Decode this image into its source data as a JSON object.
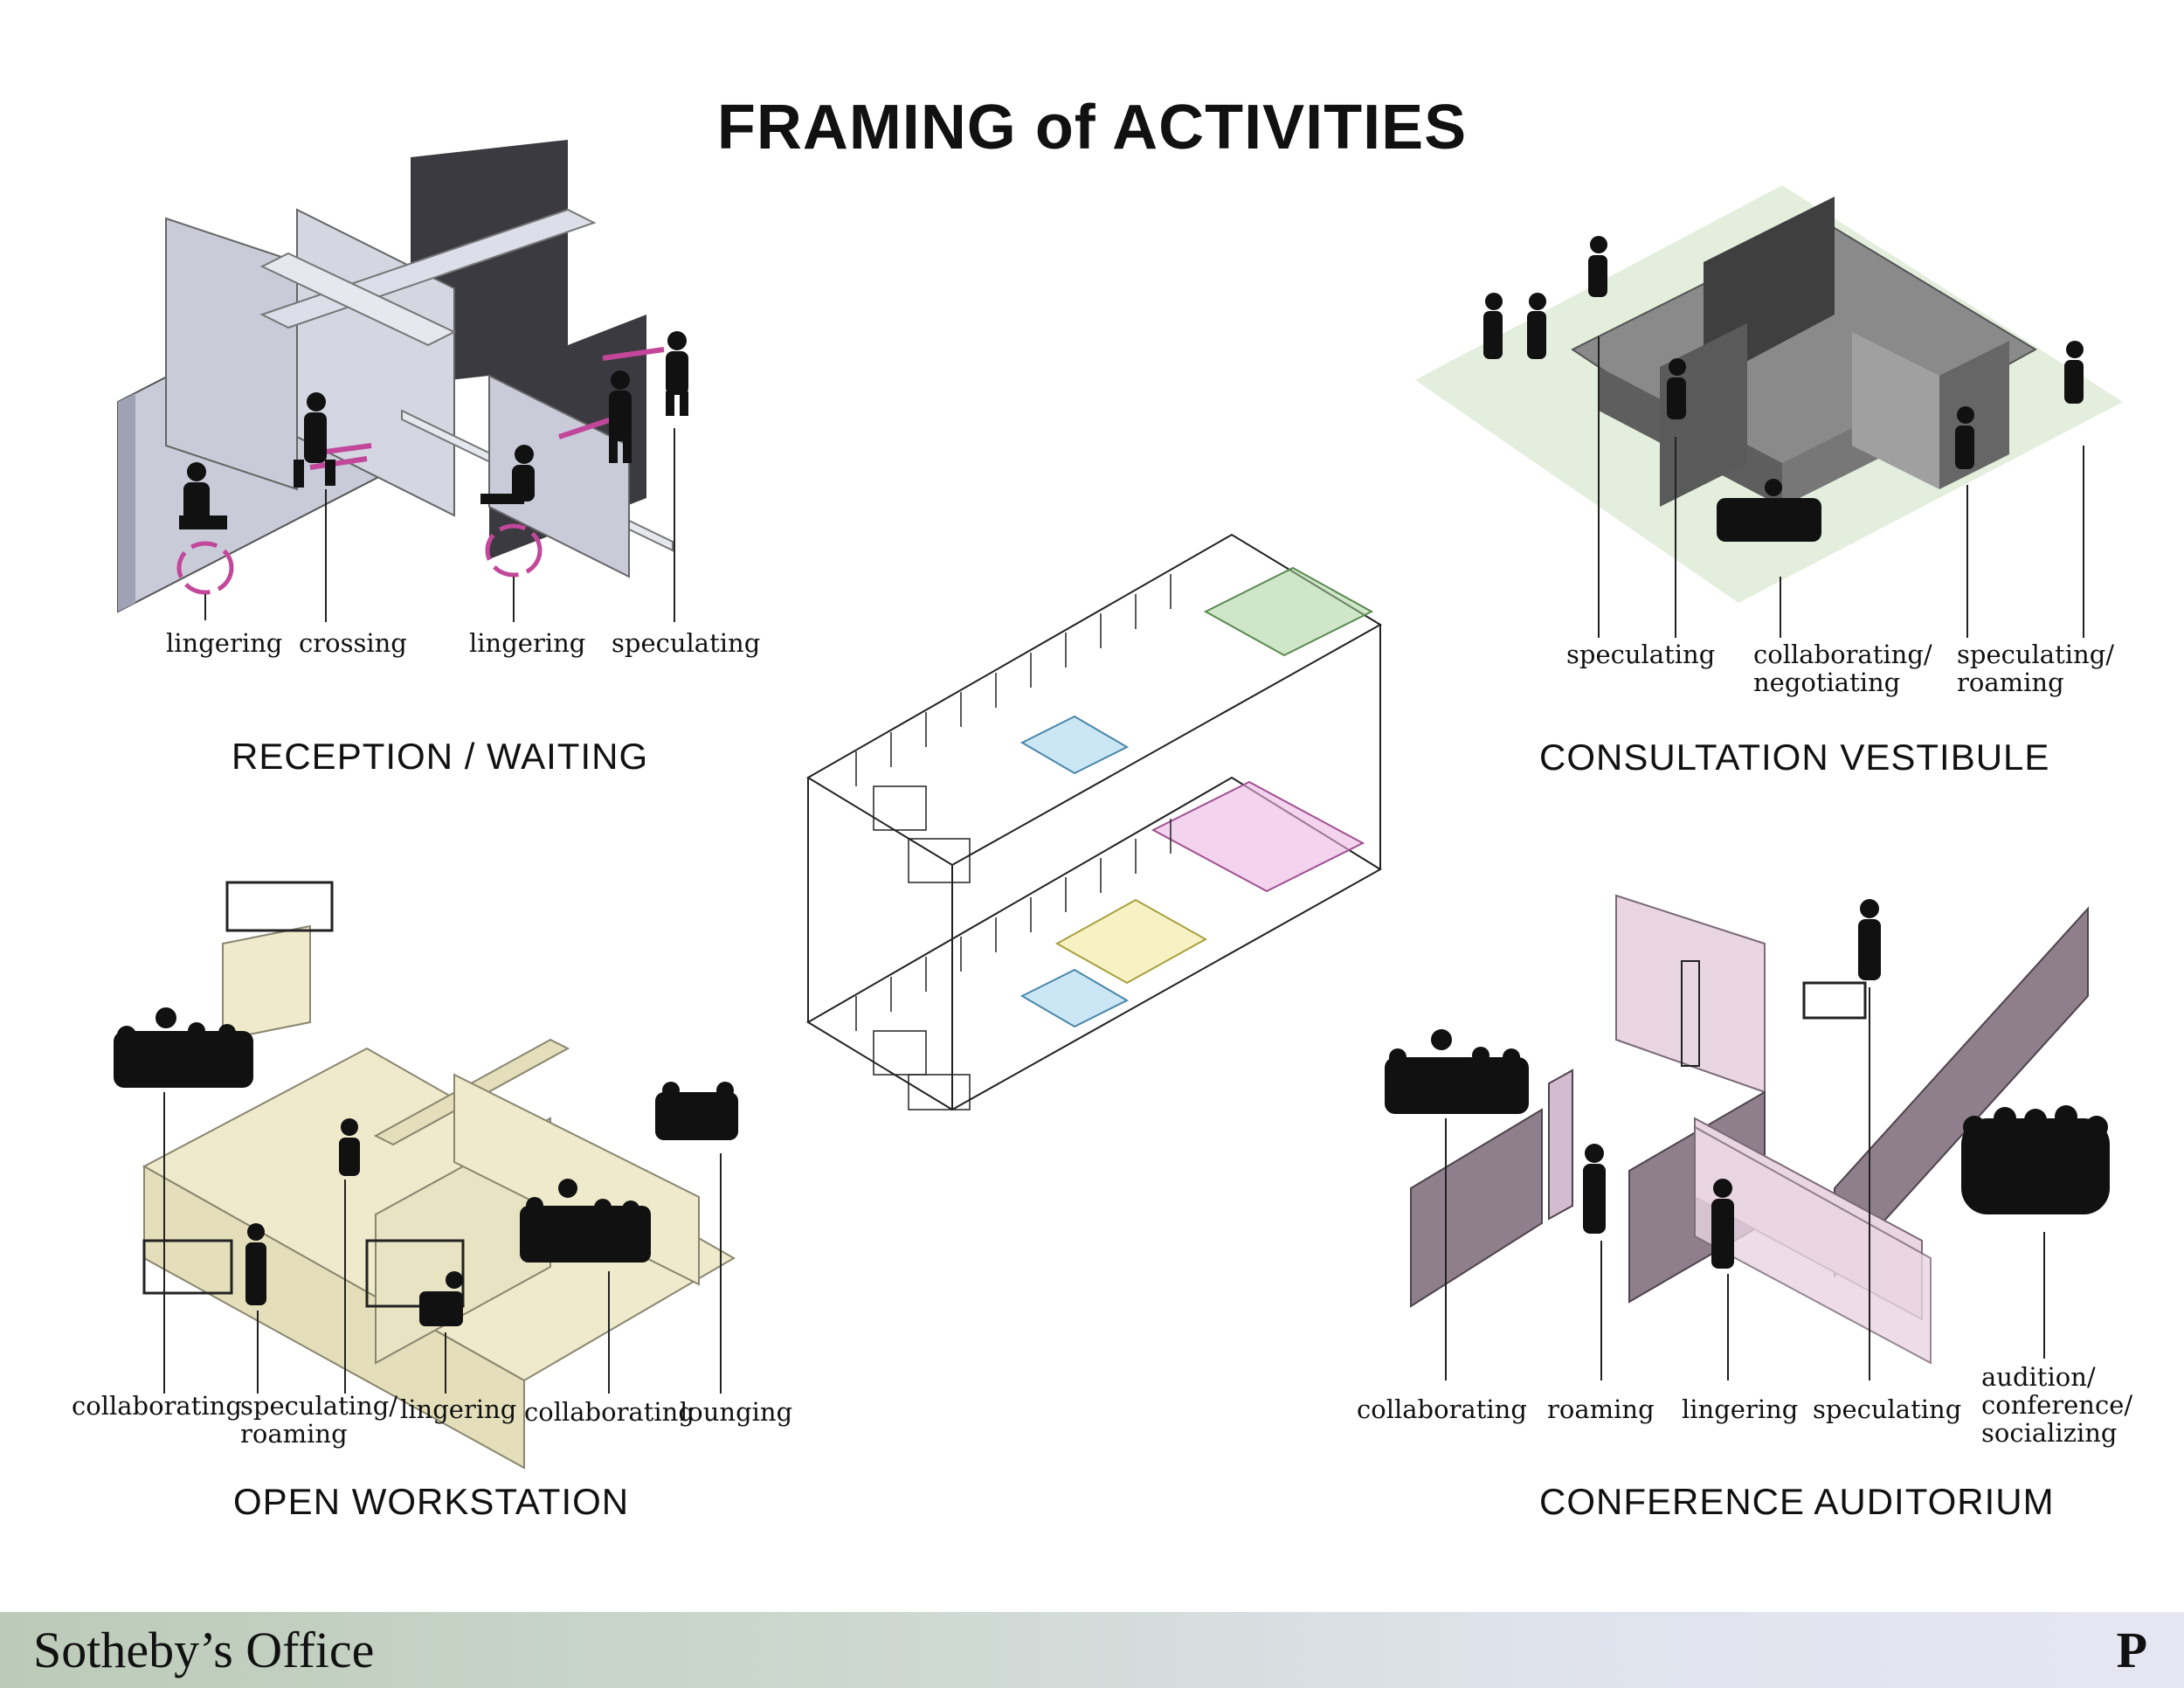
{
  "title": "FRAMING of ACTIVITIES",
  "sections": {
    "reception": {
      "title": "RECEPTION / WAITING",
      "labels": [
        "lingering",
        "crossing",
        "lingering",
        "speculating"
      ]
    },
    "consultation": {
      "title": "CONSULTATION VESTIBULE",
      "labels": [
        "speculating",
        "collaborating/",
        "negotiating",
        "speculating/",
        "roaming"
      ]
    },
    "workstation": {
      "title": "OPEN WORKSTATION",
      "labels": [
        "collaborating",
        "speculating/",
        "roaming",
        "lingering",
        "collaborating",
        "lounging"
      ]
    },
    "auditorium": {
      "title": "CONFERENCE AUDITORIUM",
      "labels": [
        "collaborating",
        "roaming",
        "lingering",
        "speculating",
        "audition/",
        "conference/",
        "socializing"
      ]
    }
  },
  "footer": {
    "project": "Sotheby’s Office",
    "letter": "P"
  },
  "colors": {
    "reception_wall": "#c9cbd9",
    "reception_shadow": "#3a3a40",
    "consultation_floor": "#e3eedc",
    "consultation_wall": "#5e5e5e",
    "workstation_wall": "#efeacb",
    "auditorium_wall": "#8f7f8c",
    "auditorium_light": "#ead5e3",
    "arrow_magenta": "#c2479a",
    "highlight_green": "#a9d29b",
    "highlight_blue": "#a9d5ee",
    "highlight_yellow": "#f1ea9c",
    "highlight_pink": "#ebb5e2"
  }
}
